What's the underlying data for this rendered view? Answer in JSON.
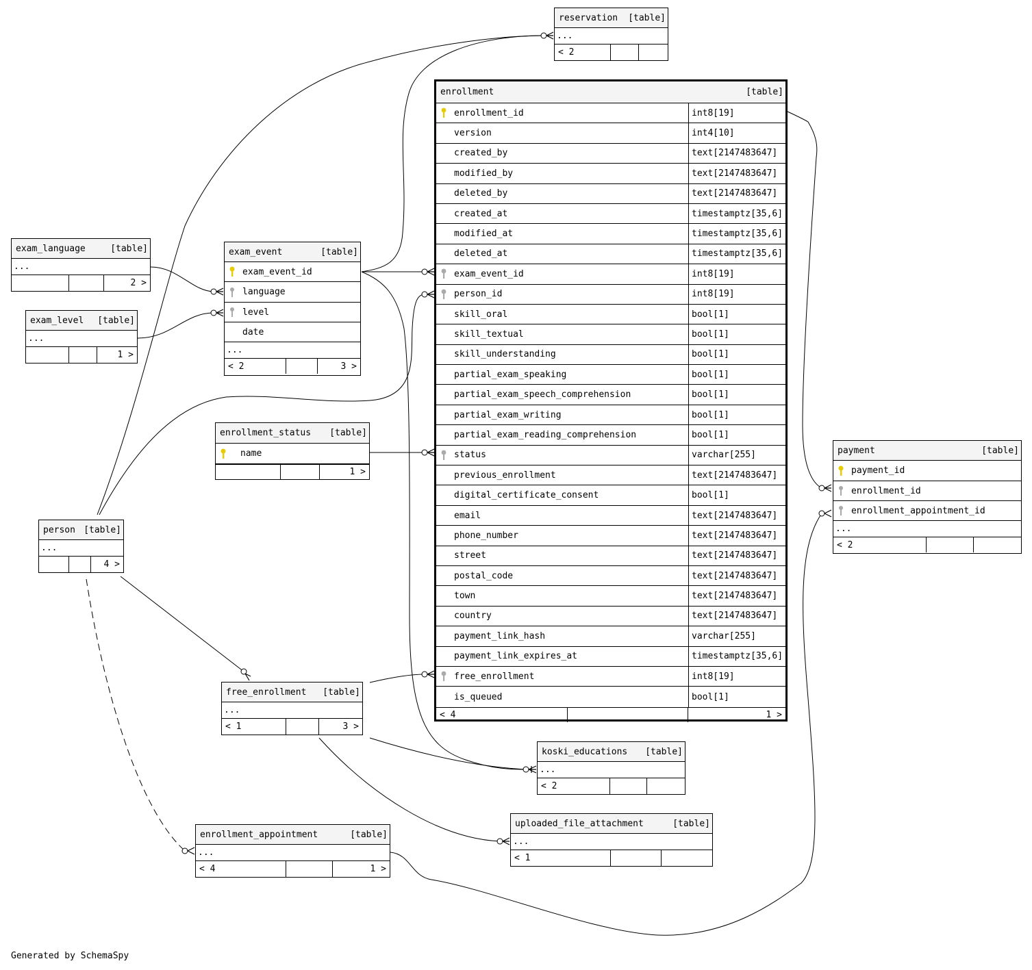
{
  "footer_text": "Generated by SchemaSpy",
  "colors": {
    "primary_key": "#e6cc00",
    "foreign_key": "#aaaaaa",
    "header_bg": "#f4f4f4",
    "line": "#000000"
  },
  "tables": {
    "reservation": {
      "name": "reservation",
      "kind": "[table]",
      "ellipsis": "...",
      "parents": "< 2",
      "children": ""
    },
    "enrollment": {
      "name": "enrollment",
      "kind": "[table]",
      "parents": "< 4",
      "children": "1 >",
      "columns": [
        {
          "name": "enrollment_id",
          "type": "int8[19]",
          "key": "pk"
        },
        {
          "name": "version",
          "type": "int4[10]",
          "key": ""
        },
        {
          "name": "created_by",
          "type": "text[2147483647]",
          "key": ""
        },
        {
          "name": "modified_by",
          "type": "text[2147483647]",
          "key": ""
        },
        {
          "name": "deleted_by",
          "type": "text[2147483647]",
          "key": ""
        },
        {
          "name": "created_at",
          "type": "timestamptz[35,6]",
          "key": ""
        },
        {
          "name": "modified_at",
          "type": "timestamptz[35,6]",
          "key": ""
        },
        {
          "name": "deleted_at",
          "type": "timestamptz[35,6]",
          "key": ""
        },
        {
          "name": "exam_event_id",
          "type": "int8[19]",
          "key": "fk"
        },
        {
          "name": "person_id",
          "type": "int8[19]",
          "key": "fk"
        },
        {
          "name": "skill_oral",
          "type": "bool[1]",
          "key": ""
        },
        {
          "name": "skill_textual",
          "type": "bool[1]",
          "key": ""
        },
        {
          "name": "skill_understanding",
          "type": "bool[1]",
          "key": ""
        },
        {
          "name": "partial_exam_speaking",
          "type": "bool[1]",
          "key": ""
        },
        {
          "name": "partial_exam_speech_comprehension",
          "type": "bool[1]",
          "key": ""
        },
        {
          "name": "partial_exam_writing",
          "type": "bool[1]",
          "key": ""
        },
        {
          "name": "partial_exam_reading_comprehension",
          "type": "bool[1]",
          "key": ""
        },
        {
          "name": "status",
          "type": "varchar[255]",
          "key": "fk"
        },
        {
          "name": "previous_enrollment",
          "type": "text[2147483647]",
          "key": ""
        },
        {
          "name": "digital_certificate_consent",
          "type": "bool[1]",
          "key": ""
        },
        {
          "name": "email",
          "type": "text[2147483647]",
          "key": ""
        },
        {
          "name": "phone_number",
          "type": "text[2147483647]",
          "key": ""
        },
        {
          "name": "street",
          "type": "text[2147483647]",
          "key": ""
        },
        {
          "name": "postal_code",
          "type": "text[2147483647]",
          "key": ""
        },
        {
          "name": "town",
          "type": "text[2147483647]",
          "key": ""
        },
        {
          "name": "country",
          "type": "text[2147483647]",
          "key": ""
        },
        {
          "name": "payment_link_hash",
          "type": "varchar[255]",
          "key": ""
        },
        {
          "name": "payment_link_expires_at",
          "type": "timestamptz[35,6]",
          "key": ""
        },
        {
          "name": "free_enrollment",
          "type": "int8[19]",
          "key": "fk"
        },
        {
          "name": "is_queued",
          "type": "bool[1]",
          "key": ""
        }
      ]
    },
    "exam_language": {
      "name": "exam_language",
      "kind": "[table]",
      "ellipsis": "...",
      "parents": "",
      "children": "2 >"
    },
    "exam_level": {
      "name": "exam_level",
      "kind": "[table]",
      "ellipsis": "...",
      "parents": "",
      "children": "1 >"
    },
    "exam_event": {
      "name": "exam_event",
      "kind": "[table]",
      "ellipsis": "...",
      "parents": "< 2",
      "children": "3 >",
      "columns": [
        {
          "name": "exam_event_id",
          "key": "pk"
        },
        {
          "name": "language",
          "key": "fk"
        },
        {
          "name": "level",
          "key": "fk"
        },
        {
          "name": "date",
          "key": ""
        }
      ]
    },
    "enrollment_status": {
      "name": "enrollment_status",
      "kind": "[table]",
      "parents": "",
      "children": "1 >",
      "columns": [
        {
          "name": "name",
          "key": "pk"
        }
      ]
    },
    "person": {
      "name": "person",
      "kind": "[table]",
      "ellipsis": "...",
      "parents": "",
      "children": "4 >"
    },
    "free_enrollment": {
      "name": "free_enrollment",
      "kind": "[table]",
      "ellipsis": "...",
      "parents": "< 1",
      "children": "3 >"
    },
    "koski_educations": {
      "name": "koski_educations",
      "kind": "[table]",
      "ellipsis": "...",
      "parents": "< 2",
      "children": ""
    },
    "uploaded_file_attachment": {
      "name": "uploaded_file_attachment",
      "kind": "[table]",
      "ellipsis": "...",
      "parents": "< 1",
      "children": ""
    },
    "enrollment_appointment": {
      "name": "enrollment_appointment",
      "kind": "[table]",
      "ellipsis": "...",
      "parents": "< 4",
      "children": "1 >"
    },
    "payment": {
      "name": "payment",
      "kind": "[table]",
      "ellipsis": "...",
      "parents": "< 2",
      "children": "",
      "columns": [
        {
          "name": "payment_id",
          "key": "pk"
        },
        {
          "name": "enrollment_id",
          "key": "fk"
        },
        {
          "name": "enrollment_appointment_id",
          "key": "fk"
        }
      ]
    }
  }
}
